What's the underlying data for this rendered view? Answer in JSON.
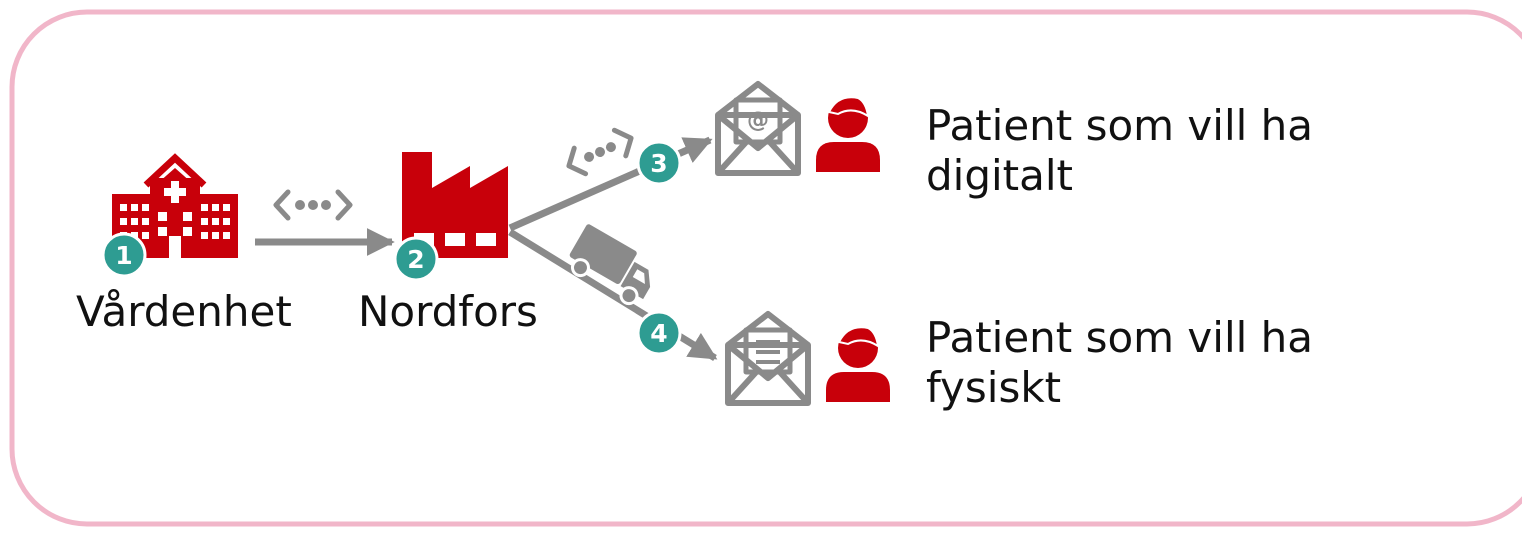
{
  "colors": {
    "frame": "#f1b6c9",
    "accent_red": "#c8000a",
    "gray": "#8a8a8a",
    "teal": "#2e9c92"
  },
  "nodes": {
    "sender": {
      "label": "Vårdenhet",
      "step": "1",
      "icon": "hospital-icon"
    },
    "service": {
      "label": "Nordfors",
      "step": "2",
      "icon": "factory-icon"
    }
  },
  "routes": {
    "digital": {
      "step": "3",
      "label": "Patient som vill ha digitalt",
      "line1": "Patient som vill ha",
      "line2": "digitalt",
      "icons": [
        "code-icon",
        "email-envelope-icon",
        "person-icon"
      ]
    },
    "physical": {
      "step": "4",
      "label": "Patient som vill ha fysiskt",
      "line1": "Patient som vill ha",
      "line2": "fysiskt",
      "icons": [
        "truck-icon",
        "letter-envelope-icon",
        "person-icon"
      ]
    }
  },
  "connector_icon": "code-icon",
  "at_symbol": "@"
}
